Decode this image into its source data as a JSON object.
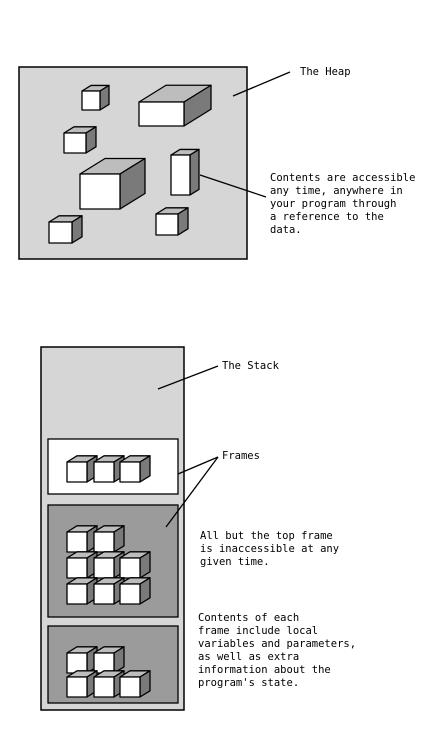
{
  "heap": {
    "title": "The Heap",
    "note": "Contents are accessible\nany time, anywhere in\nyour program through\na reference to the\ndata."
  },
  "stack": {
    "title": "The Stack",
    "frames_label": "Frames",
    "inaccessible_note": "All but the top frame\nis inaccessible at any\ngiven time.",
    "contents_note": "Contents of each\nframe include local\nvariables and parameters,\nas well as extra\ninformation about the\nprogram's state."
  },
  "colors": {
    "heap_fill": "#d6d6d6",
    "stack_fill": "#d6d6d6",
    "frame_fill": "#9b9b9b",
    "top_frame_fill": "#ffffff",
    "box_top": "#bdbdbd",
    "box_side": "#7a7a7a"
  },
  "icons": [
    "heap-block-icon",
    "stack-item-icon"
  ]
}
